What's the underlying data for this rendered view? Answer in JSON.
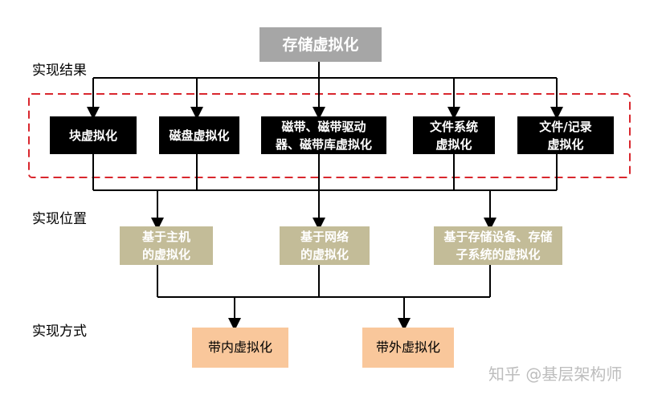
{
  "root": "存储虚拟化",
  "labels": {
    "result": "实现结果",
    "position": "实现位置",
    "method": "实现方式"
  },
  "results": [
    "块虚拟化",
    "磁盘虚拟化",
    "磁带、磁带驱动\n器、磁带库虚拟化",
    "文件系统\n虚拟化",
    "文件/记录\n虚拟化"
  ],
  "positions": [
    "基于主机\n的虚拟化",
    "基于网络\n的虚拟化",
    "基于存储设备、存储\n子系统的虚拟化"
  ],
  "methods": [
    "带内虚拟化",
    "带外虚拟化"
  ],
  "watermark": "知乎 @基层架构师",
  "colors": {
    "root_box": "#a6a6a6",
    "result_box": "#000000",
    "position_box": "#c3bc98",
    "method_box": "#f9c79b",
    "dashed_frame": "#d9272e"
  }
}
